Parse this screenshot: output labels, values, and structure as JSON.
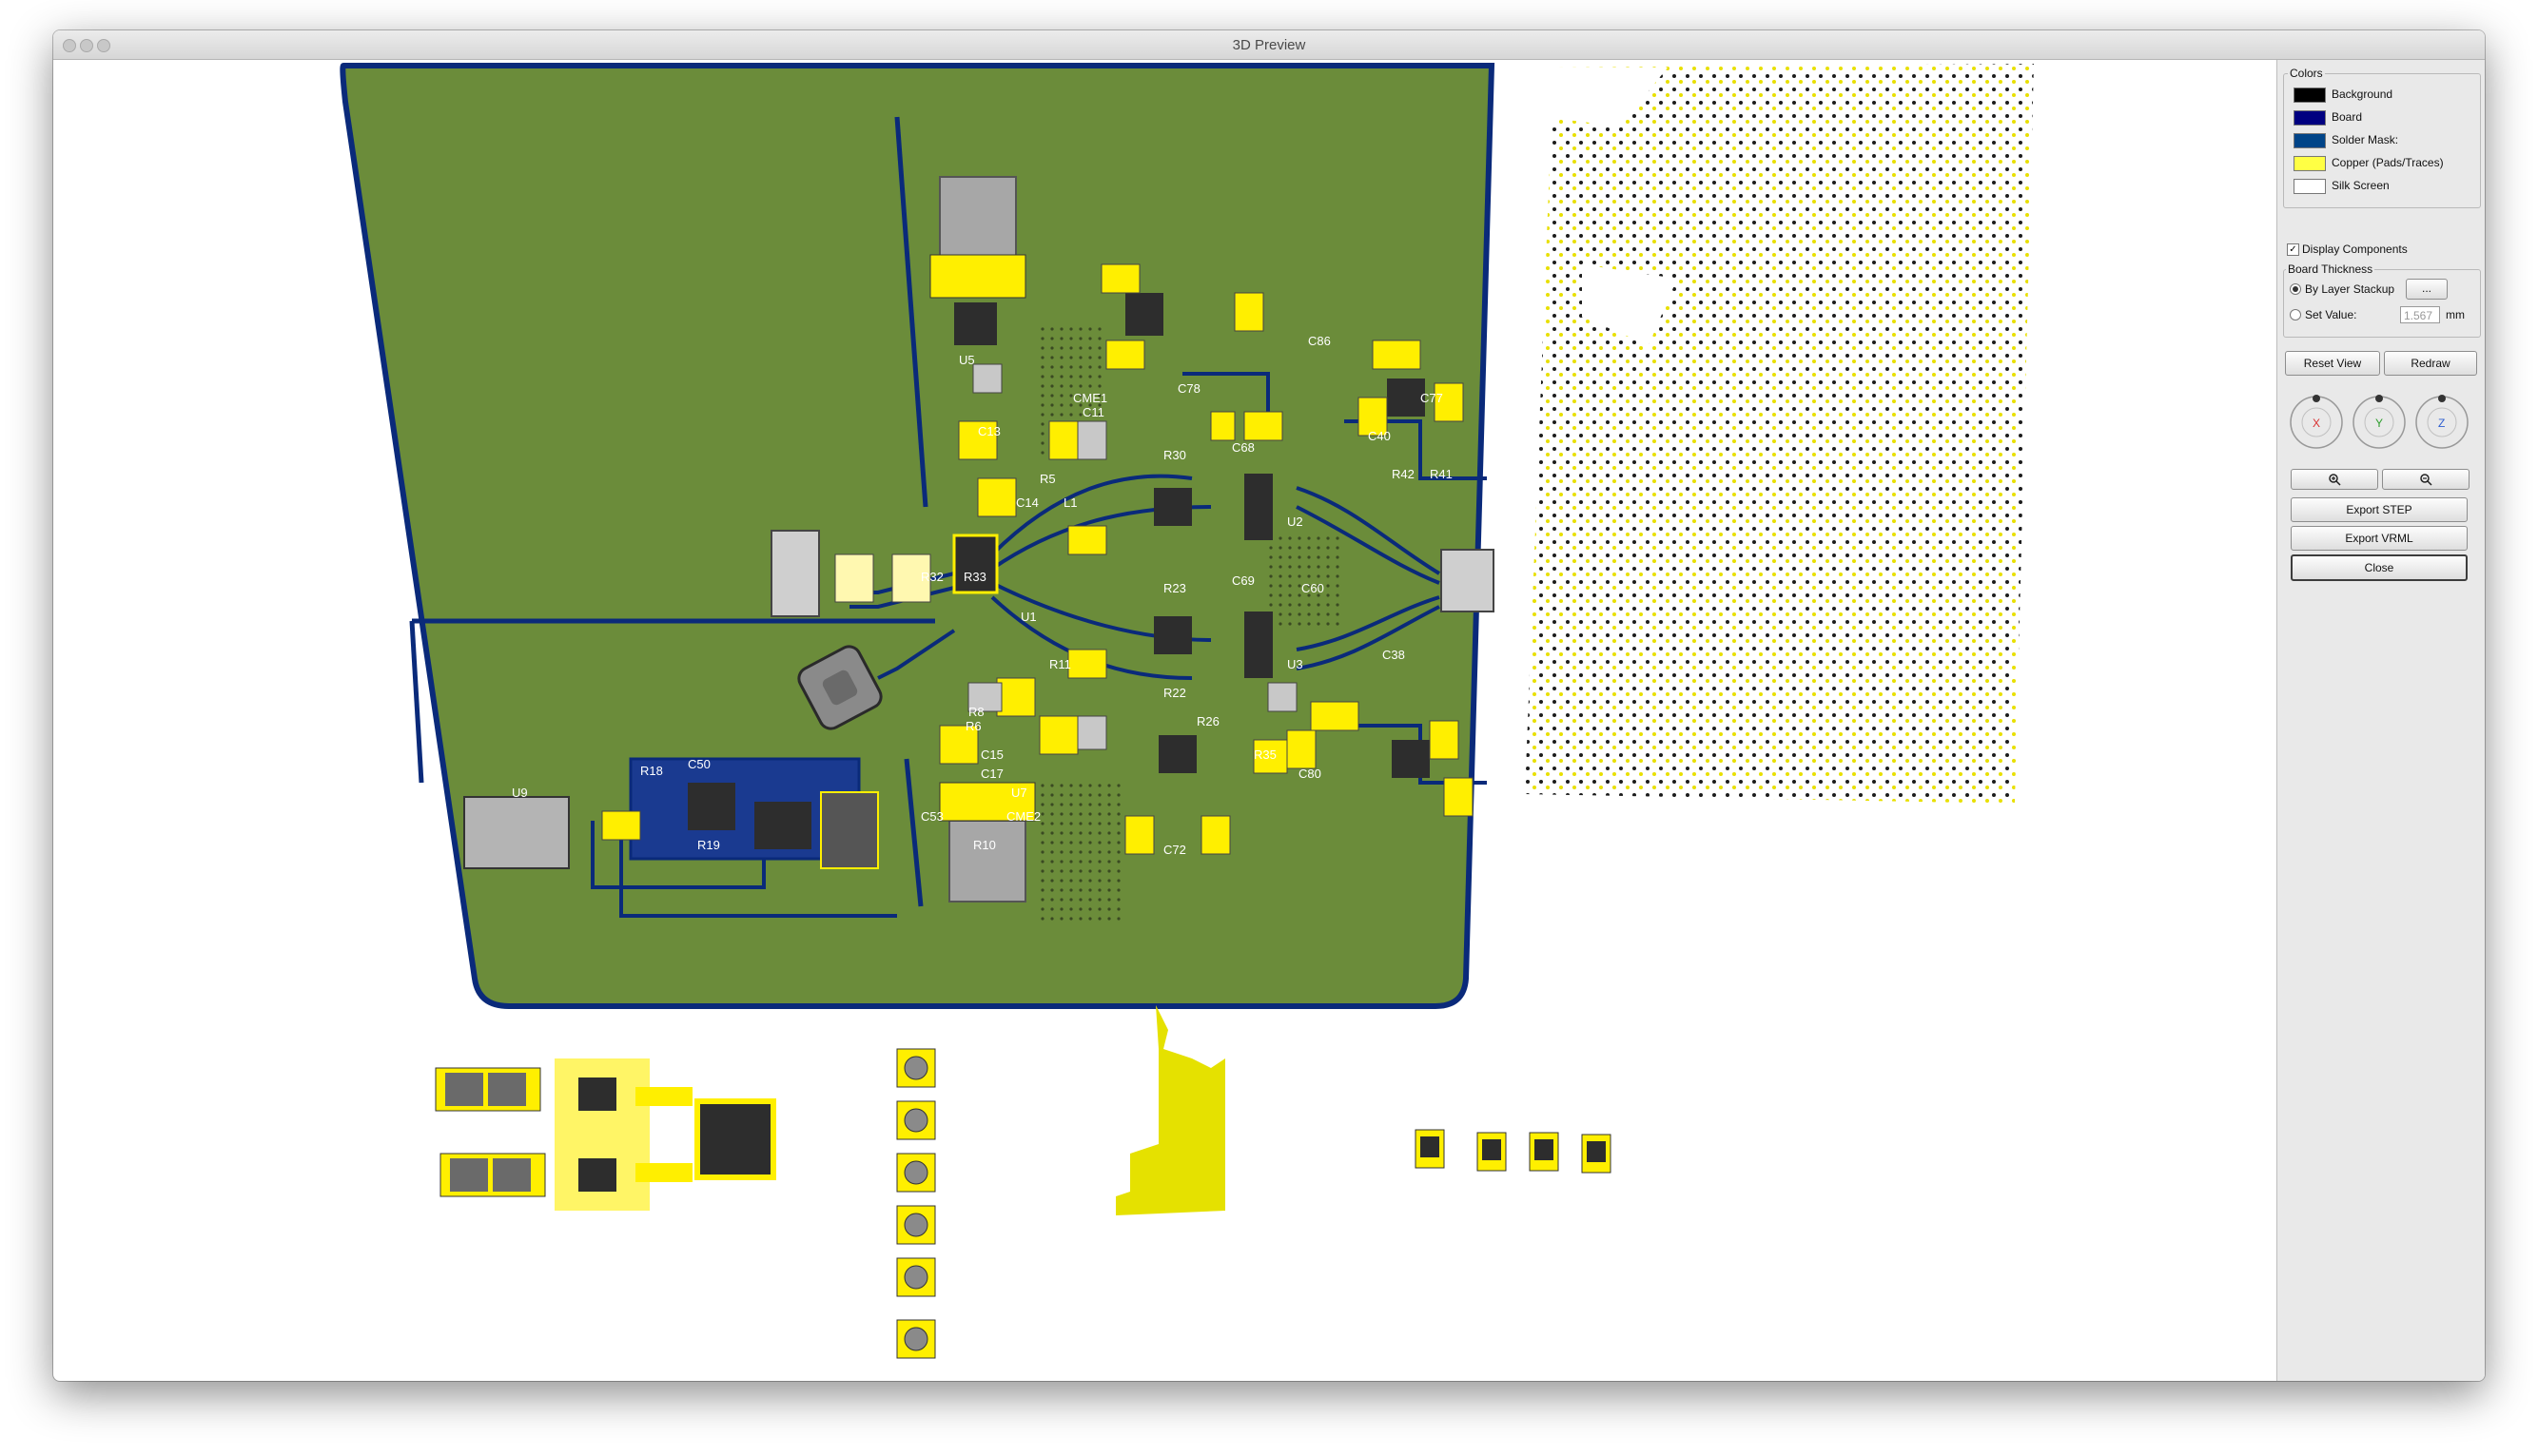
{
  "window": {
    "title": "3D Preview"
  },
  "colors_panel": {
    "title": "Colors",
    "items": [
      {
        "label": "Background",
        "color": "#000000"
      },
      {
        "label": "Board",
        "color": "#000080"
      },
      {
        "label": "Solder Mask:",
        "color": "#004488"
      },
      {
        "label": "Copper (Pads/Traces)",
        "color": "#ffff44"
      },
      {
        "label": "Silk Screen",
        "color": "#ffffff"
      }
    ]
  },
  "display_components": {
    "label": "Display Components",
    "checked": true
  },
  "board_thickness": {
    "title": "Board Thickness",
    "by_layer_stackup_label": "By Layer Stackup",
    "stackup_button_label": "...",
    "set_value_label": "Set Value:",
    "value": "1.567",
    "unit": "mm",
    "selected": "by_layer_stackup"
  },
  "buttons": {
    "reset_view": "Reset View",
    "redraw": "Redraw",
    "export_step": "Export STEP",
    "export_vrml": "Export VRML",
    "close": "Close"
  },
  "axes": [
    {
      "label": "X",
      "color": "#d93030"
    },
    {
      "label": "Y",
      "color": "#2e9e2e"
    },
    {
      "label": "Z",
      "color": "#2f5fd0"
    }
  ],
  "zoom": {
    "in_icon": "zoom-in-icon",
    "out_icon": "zoom-out-icon"
  },
  "board_labels": [
    "U5",
    "C13",
    "C11",
    "C14",
    "R5",
    "R6",
    "C17",
    "C15",
    "U7",
    "R8",
    "R10",
    "R11",
    "R30",
    "C68",
    "R23",
    "C69",
    "R22",
    "R26",
    "R35",
    "C72",
    "C86",
    "C78",
    "C40",
    "R41",
    "R42",
    "C77",
    "C38",
    "C80",
    "U9",
    "R18",
    "C50",
    "R19",
    "C53",
    "U1",
    "U2",
    "U3",
    "L1",
    "C60",
    "CME1",
    "CME2",
    "R32",
    "R33"
  ],
  "statuses": {
    "board_color": "#6b8c3a",
    "board_outline": "#0a2a7a",
    "copper": "#ffef00",
    "trace": "#003a8c"
  }
}
